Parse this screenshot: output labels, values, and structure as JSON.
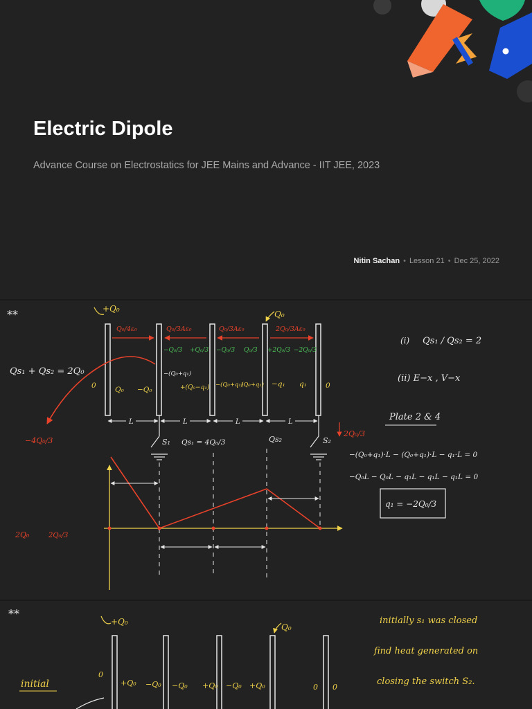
{
  "cover": {
    "title": "Electric Dipole",
    "subtitle": "Advance Course on Electrostatics for JEE Mains and Advance - IIT JEE, 2023",
    "author": "Nitin Sachan",
    "lesson": "Lesson 21",
    "date": "Dec 25, 2022",
    "colors": {
      "background": "#222222",
      "orange": "#f0642e",
      "blue": "#1b4fd1",
      "green": "#1fb07a"
    }
  },
  "board1": {
    "stars": "**",
    "top_charges": {
      "left": "+Q₀",
      "right": "Q₀"
    },
    "field_labels": [
      "Q₀/4ε₀",
      "Q₀/3Aε₀",
      "Q₀/3Aε₀",
      "2Q₀/3Aε₀"
    ],
    "green_charges": [
      "−Q₀/3",
      "+Q₀/3",
      "−Q₀/3",
      "Q₀/3",
      "+2Q₀/3",
      "−2Q₀/3"
    ],
    "plate_charges": [
      "Q₀",
      "−Q₀",
      "−(Q₀+q₁)",
      "+(Q₀−q₁)",
      "−(Q₀+q₁)",
      "(Q₀+q₁)",
      "−q₁",
      "q₁",
      "0",
      "0"
    ],
    "left_eq": "Qs₁ + Qs₂ = 2Q₀",
    "spacing_label": "L",
    "switches": {
      "s1": "S₁",
      "s2": "S₂"
    },
    "qs1": "Qs₁ = 4Q₀/3",
    "qs2": "Qs₂",
    "red_labels": {
      "left": "−4Q₀/3",
      "right": "2Q₀/3",
      "bottom_a": "2Q₀",
      "bottom_b": "2Q₀/3"
    },
    "questions": {
      "q1_label": "(i)",
      "q1_expr": "Qs₁ / Qs₂ = 2",
      "q2": "(ii) E−x , V−x"
    },
    "plate_heading": "Plate 2 & 4",
    "eq1": "−(Q₀+q₁)·L − (Q₀+q₁)·L − q₁·L = 0",
    "eq2": "−Q₀L − Q₀L − q₁L − q₁L − q₁L = 0",
    "boxed_result": "q₁ = −2Q₀/3",
    "colors": {
      "chalk": "#e6e6e6",
      "yellow": "#f0d24a",
      "red": "#e8422a",
      "green": "#4ec25a"
    }
  },
  "board2": {
    "stars": "**",
    "top_charges": {
      "left": "+Q₀",
      "right": "Q₀"
    },
    "initial_label": "initial",
    "plate_charges": [
      "0",
      "+Q₀",
      "−Q₀",
      "−Q₀",
      "+Q₀",
      "−Q₀",
      "+Q₀",
      "0",
      "0"
    ],
    "notes": [
      "initially s₁ was closed",
      "find heat generated on",
      "closing the switch S₂."
    ]
  }
}
